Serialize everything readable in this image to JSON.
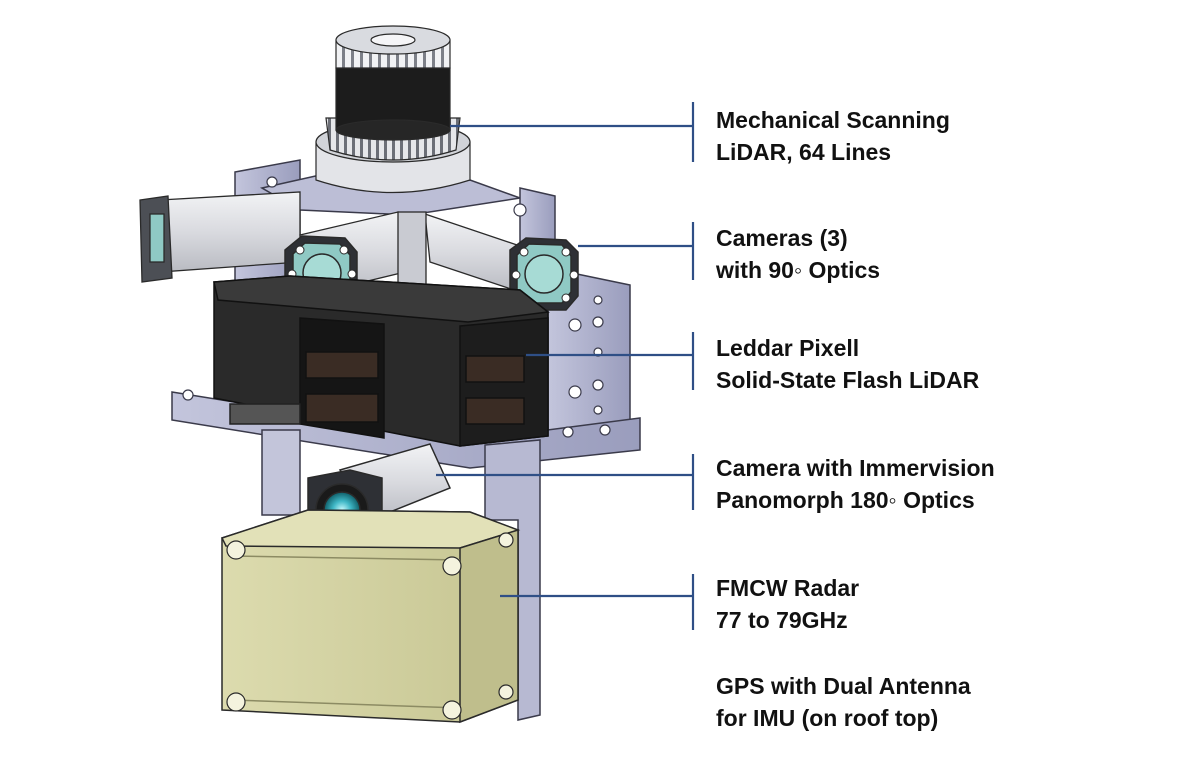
{
  "colors": {
    "leader_line": "#2f4f86",
    "frame_metal": "#a9acc8",
    "frame_edge": "#3a3a4a",
    "lidar_dark": "#1c1c1c",
    "heatsink": "#d6d8dc",
    "camera_body": "#e2e3e6",
    "camera_lens": "#8fc9c4",
    "pixell_housing": "#2a2a2a",
    "radar_box": "#d5d4a2",
    "panomorph_lens": "#3fb7c6"
  },
  "labels": [
    {
      "line1": "Mechanical Scanning",
      "line2": "LiDAR, 64 Lines"
    },
    {
      "line1": "Cameras (3)",
      "line2": "with 90◦ Optics"
    },
    {
      "line1": "Leddar Pixell",
      "line2": "Solid-State Flash LiDAR"
    },
    {
      "line1": "Camera with Immervision",
      "line2": "Panomorph 180◦ Optics"
    },
    {
      "line1": "FMCW Radar",
      "line2": "77 to 79GHz"
    },
    {
      "line1": "GPS with Dual Antenna",
      "line2": "for IMU (on roof top)"
    }
  ]
}
